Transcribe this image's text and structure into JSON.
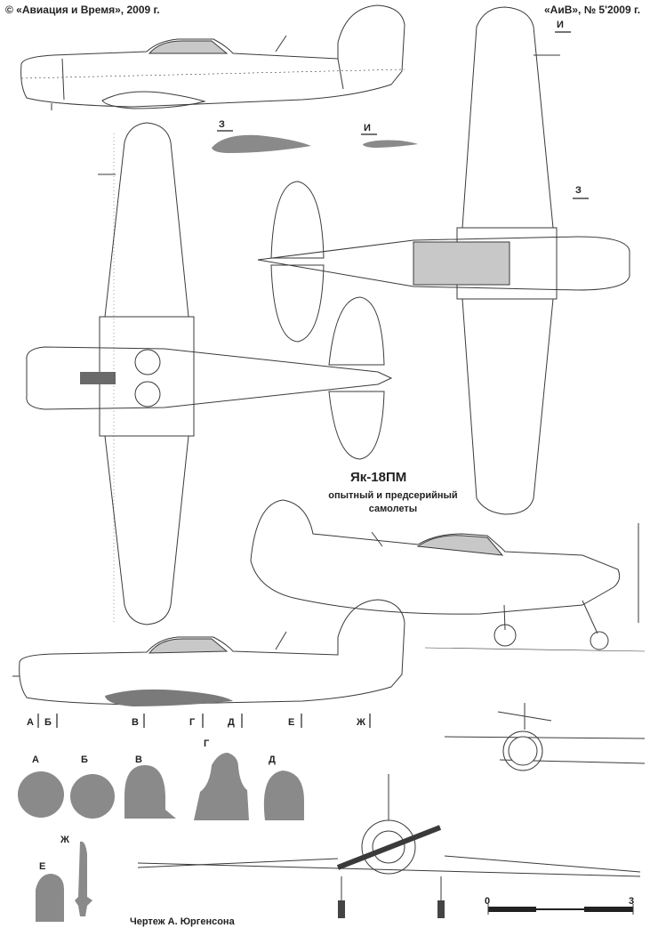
{
  "header": {
    "copyright": "© «Авиация и Время», 2009 г.",
    "issue": "«АиВ», № 5'2009 г."
  },
  "title": {
    "name": "Як-18ПМ",
    "line1": "опытный и предсерийный",
    "line2": "самолеты"
  },
  "sections": {
    "labels": [
      "А",
      "Б",
      "В",
      "Г",
      "Д",
      "Е",
      "Ж",
      "З",
      "И"
    ],
    "cut_markers": {
      "a": "А",
      "b": "Б",
      "v": "В",
      "g": "Г",
      "d": "Д",
      "e": "Е",
      "zh": "Ж"
    },
    "airfoil_z": "З",
    "airfoil_i": "И",
    "top_view_i": "И",
    "top_view_z": "З"
  },
  "scale": {
    "start": "0",
    "end": "3"
  },
  "author": "Чертеж А. Юргенсона",
  "colors": {
    "line": "#3a3a3a",
    "section_fill": "#8a8a8a",
    "paper": "#ffffff",
    "canopy": "#c8c8c8"
  }
}
